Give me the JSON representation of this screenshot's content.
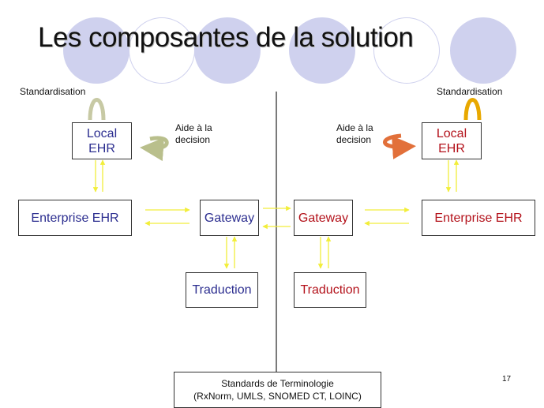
{
  "slide": {
    "title": "Les composantes de la solution",
    "page_number": "17"
  },
  "left": {
    "standardisation": "Standardisation",
    "local_ehr_line1": "Local",
    "local_ehr_line2": "EHR",
    "aide_line1": "Aide à la",
    "aide_line2": "decision",
    "enterprise_ehr": "Enterprise EHR",
    "gateway": "Gateway",
    "traduction": "Traduction"
  },
  "right": {
    "standardisation": "Standardisation",
    "local_ehr_line1": "Local",
    "local_ehr_line2": "EHR",
    "aide_line1": "Aide à la",
    "aide_line2": "decision",
    "enterprise_ehr": "Enterprise EHR",
    "gateway": "Gateway",
    "traduction": "Traduction"
  },
  "standards": {
    "line1": "Standards de Terminologie",
    "line2": "(RxNorm, UMLS, SNOMED CT, LOINC)"
  },
  "colors": {
    "left_text": "#2b2d8f",
    "right_text": "#b3111a",
    "flow_arrows": "#f2ee3a",
    "circles": "#cfd1ee",
    "left_loop_arrow": "#b9bf8c",
    "right_loop_arrow": "#e2703a",
    "right_std_arrow": "#e8a800"
  }
}
